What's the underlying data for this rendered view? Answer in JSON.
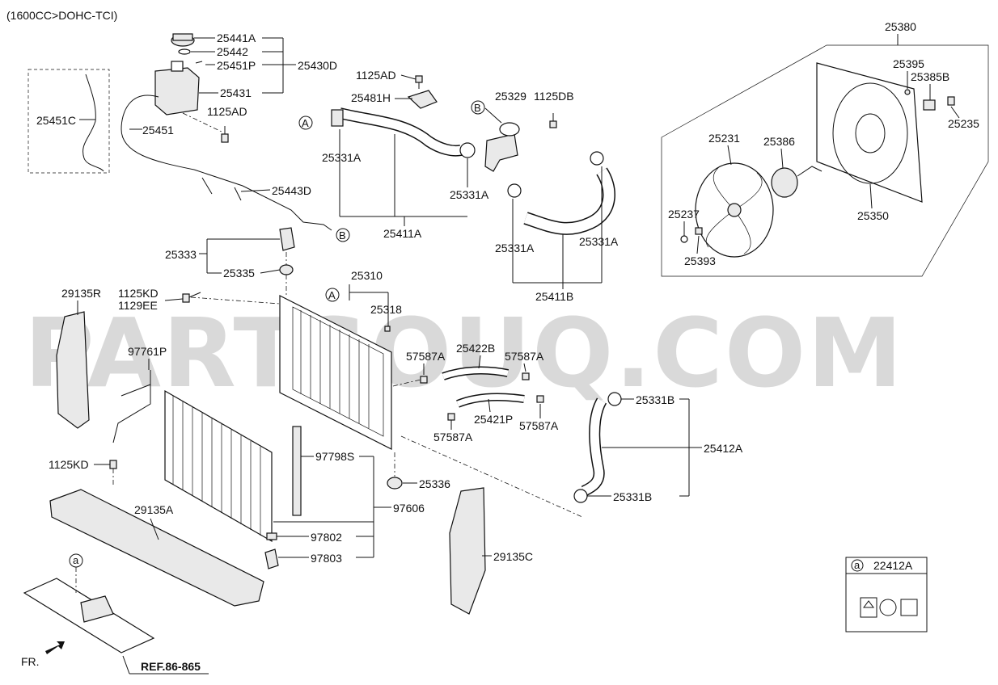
{
  "header": {
    "engine": "(1600CC>DOHC-TCI)"
  },
  "watermark": "PARTSOUQ.COM",
  "callouts": {
    "a": "a",
    "A": "A",
    "B": "B"
  },
  "labels": {
    "p25441A": "25441A",
    "p25442": "25442",
    "p25451P": "25451P",
    "p25430D": "25430D",
    "p25431": "25431",
    "p1125AD_top": "1125AD",
    "p1125AD_mid": "1125AD",
    "p25451C": "25451C",
    "p25451": "25451",
    "p25443D": "25443D",
    "p25481H": "25481H",
    "p25331A_1": "25331A",
    "p25331A_2": "25331A",
    "p25331A_3": "25331A",
    "p25331A_4": "25331A",
    "p25411A": "25411A",
    "p25411B": "25411B",
    "p25329": "25329",
    "p1125DB": "1125DB",
    "p25333": "25333",
    "p25335": "25335",
    "p25380": "25380",
    "p25395": "25395",
    "p25385B": "25385B",
    "p25235": "25235",
    "p25231": "25231",
    "p25386": "25386",
    "p25237": "25237",
    "p25393": "25393",
    "p25350": "25350",
    "p29135R": "29135R",
    "p1125KD_top": "1125KD",
    "p1129EE": "1129EE",
    "p25310": "25310",
    "p25318": "25318",
    "p97761P": "97761P",
    "p57587A_1": "57587A",
    "p57587A_2": "57587A",
    "p57587A_3": "57587A",
    "p57587A_4": "57587A",
    "p25422B": "25422B",
    "p25421P": "25421P",
    "p25331B_1": "25331B",
    "p25331B_2": "25331B",
    "p25412A": "25412A",
    "p1125KD_bot": "1125KD",
    "p97798S": "97798S",
    "p25336": "25336",
    "p97606": "97606",
    "p29135A": "29135A",
    "p97802": "97802",
    "p97803": "97803",
    "p29135C": "29135C",
    "p22412A": "22412A",
    "fr": "FR.",
    "ref": "REF.86-865"
  }
}
